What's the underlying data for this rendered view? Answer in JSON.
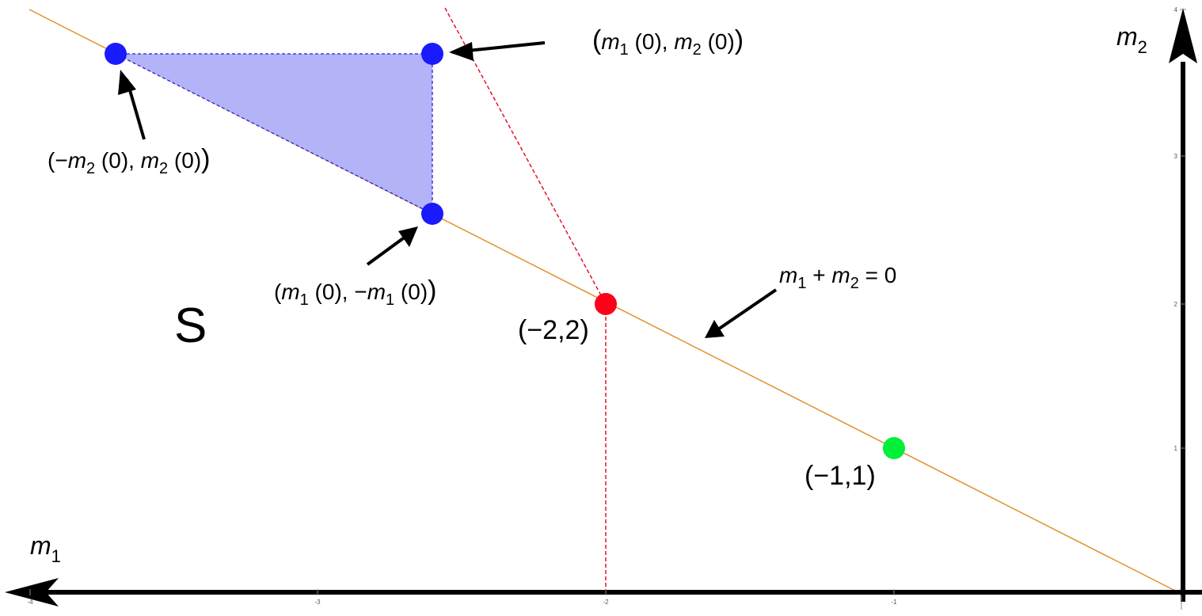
{
  "axes": {
    "x_label_base": "m",
    "x_label_sub": "1",
    "y_label_base": "m",
    "y_label_sub": "2",
    "x_ticks": [
      "-4",
      "-3",
      "-2",
      "-1"
    ],
    "y_ticks": [
      "1",
      "2",
      "3",
      "4"
    ]
  },
  "region_label": "S",
  "points": {
    "red": {
      "label": "(−2,2)",
      "color": "#ff0018"
    },
    "green": {
      "label": "(−1,1)",
      "color": "#00ef38"
    },
    "blue_color": "#1a1aff"
  },
  "colors": {
    "line": "#e3902a",
    "dashed_red": "#e8102c",
    "fill": "#b3b3f7",
    "dashed_blue": "#2222dd",
    "axes": "#000000"
  },
  "annotations": {
    "top_right_point": {
      "open": "(",
      "m1": "m",
      "s1": "1",
      "t1": " (0), ",
      "m2": "m",
      "s2": "2",
      "t2": " (0)",
      "close": ")"
    },
    "top_left_point": {
      "open": "(−",
      "m1": "m",
      "s1": "2",
      "t1": " (0), ",
      "m2": "m",
      "s2": "2",
      "t2": " (0)",
      "close": ")"
    },
    "bottom_point": {
      "open": "(",
      "m1": "m",
      "s1": "1",
      "t1": " (0), −",
      "m2": "m",
      "s2": "1",
      "t2": " (0)",
      "close": ")"
    },
    "line_eq": {
      "m1": "m",
      "s1": "1",
      "mid": " + ",
      "m2": "m",
      "s2": "2",
      "tail": " = 0"
    }
  }
}
